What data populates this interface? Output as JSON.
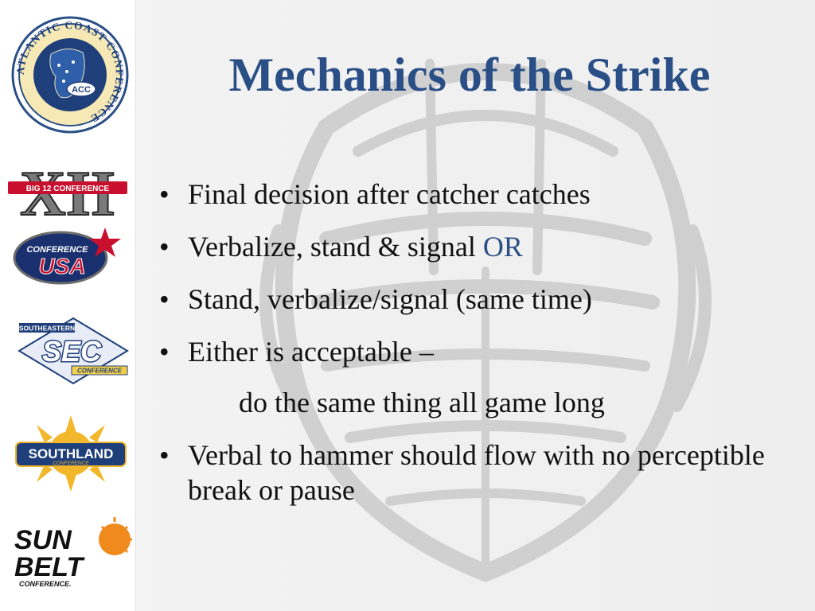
{
  "slide": {
    "title": "Mechanics of the Strike",
    "bullets": [
      {
        "text": "Final decision after catcher catches"
      },
      {
        "text": "Verbalize, stand & signal ",
        "accent": "OR"
      },
      {
        "text": "Stand, verbalize/signal (same time)"
      },
      {
        "text": "Either is acceptable –"
      },
      {
        "text": "do the same thing all game long",
        "continuation": true
      },
      {
        "text": "Verbal to hammer should flow with no perceptible break or pause"
      }
    ],
    "bullet_symbol": "•"
  },
  "logos": [
    {
      "name": "Atlantic Coast Conference",
      "text": "ATLANTIC COAST CONFERENCE",
      "inner": "ACC"
    },
    {
      "name": "Big 12 Conference",
      "text": "XII",
      "banner": "BIG 12 CONFERENCE"
    },
    {
      "name": "Conference USA",
      "top": "CONFERENCE",
      "main": "USA"
    },
    {
      "name": "Southeastern Conference",
      "top": "SOUTHEASTERN",
      "main": "SEC",
      "bottom": "CONFERENCE"
    },
    {
      "name": "Southland Conference",
      "main": "SOUTHLAND",
      "bottom": "CONFERENCE"
    },
    {
      "name": "Sun Belt Conference",
      "line1": "SUN",
      "line2": "BELT",
      "bottom": "CONFERENCE."
    }
  ],
  "colors": {
    "title": "#2a4f86",
    "accent": "#2a4f86",
    "text": "#111111"
  }
}
